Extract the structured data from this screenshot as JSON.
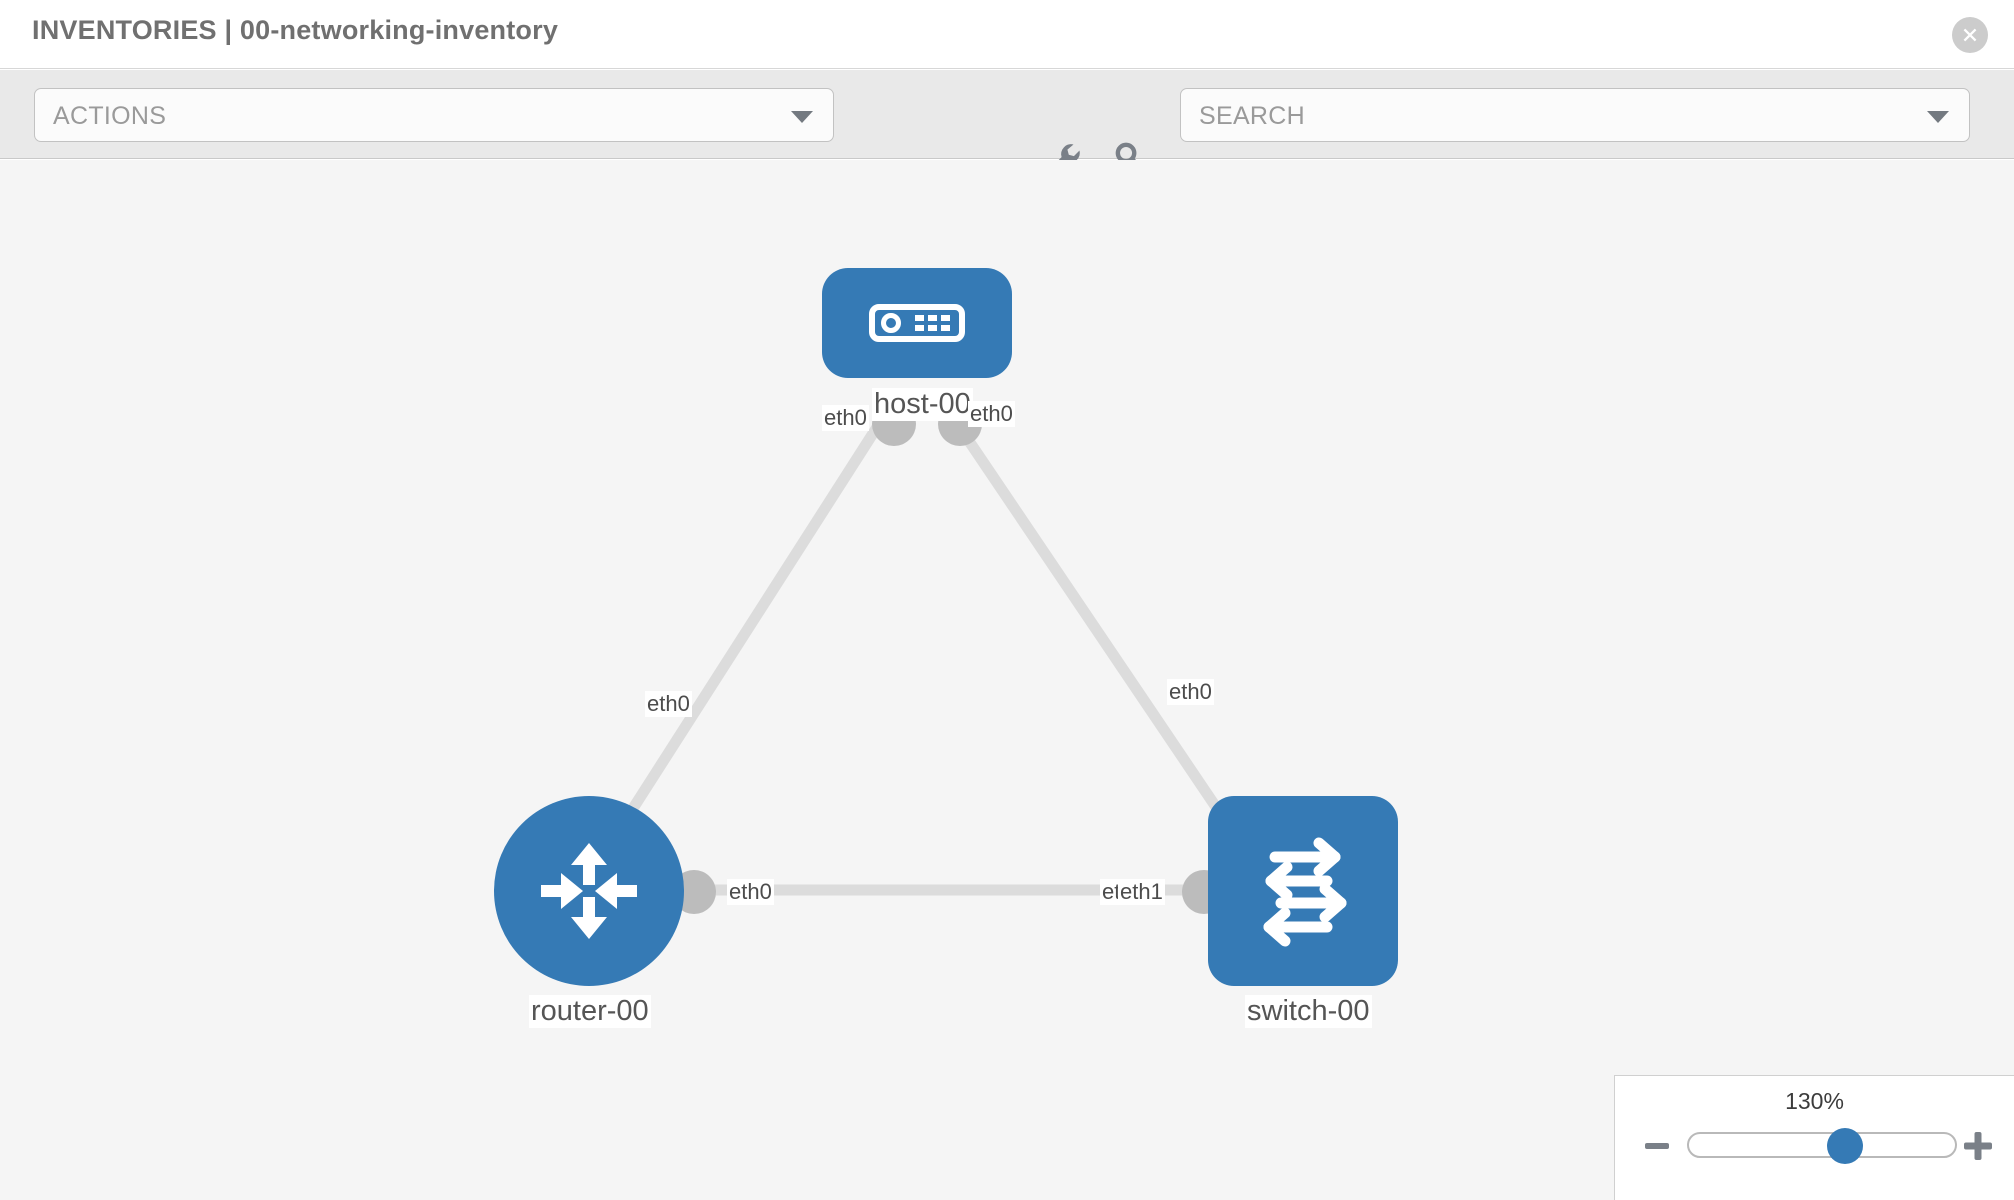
{
  "header": {
    "title": "INVENTORIES | 00-networking-inventory",
    "close_icon": "close-circle-icon"
  },
  "toolbar": {
    "actions_label": "ACTIONS",
    "actions_caret_icon": "chevron-down-icon",
    "wrench_icon": "wrench-icon",
    "key_icon": "key-icon",
    "search_placeholder": "SEARCH",
    "search_value": "",
    "search_caret_icon": "chevron-down-icon"
  },
  "topology": {
    "nodes": [
      {
        "id": "host-00",
        "label": "host-00",
        "type": "host",
        "icon": "server-icon",
        "shape": "rounded-rect"
      },
      {
        "id": "router-00",
        "label": "router-00",
        "type": "router",
        "icon": "router-arrows-icon",
        "shape": "circle"
      },
      {
        "id": "switch-00",
        "label": "switch-00",
        "type": "switch",
        "icon": "switch-arrows-icon",
        "shape": "rounded-rect"
      }
    ],
    "links": [
      {
        "source": "host-00",
        "target": "router-00",
        "source_interface": "eth0",
        "target_interface": "eth0"
      },
      {
        "source": "host-00",
        "target": "switch-00",
        "source_interface": "eth0",
        "target_interface": "eth0"
      },
      {
        "source": "router-00",
        "target": "switch-00",
        "source_interface": "eth0",
        "target_interface": "eth1"
      }
    ],
    "edge_labels": {
      "host_left": "eth0",
      "host_right": "eth0",
      "router_up": "eth0",
      "switch_up": "eth0",
      "router_right": "eth0",
      "switch_left_hidden": "eth0",
      "switch_left": "eth1"
    }
  },
  "zoom": {
    "level": "130%",
    "minus_icon": "minus-icon",
    "plus_icon": "plus-icon",
    "thumb_position_pct": 62
  },
  "colors": {
    "node_blue": "#357ab5",
    "port_gray": "#bcbcbc",
    "link_gray": "#dcdcdc",
    "canvas_bg": "#f5f5f5",
    "toolbar_bg": "#e9e9e9"
  }
}
